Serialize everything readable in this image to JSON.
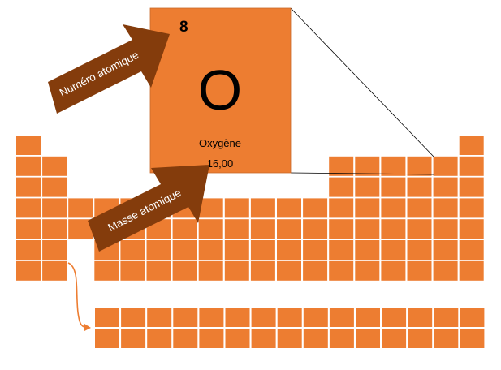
{
  "colors": {
    "cell": "#ED7D31",
    "arrow": "#843C0C",
    "text_on_arrow": "#FFFFFF",
    "line": "#000000",
    "connector": "#ED7D31"
  },
  "element": {
    "number": "8",
    "symbol": "O",
    "name": "Oxygène",
    "mass": "16,00"
  },
  "arrows": {
    "atomic_number": "Numéro atomique",
    "atomic_mass": "Masse atomique"
  },
  "table": {
    "main_rows": 7,
    "main_columns": 18,
    "lanthanide_rows": 2,
    "lanthanide_columns": 15
  },
  "icons": [
    "connector-arrow-icon"
  ]
}
